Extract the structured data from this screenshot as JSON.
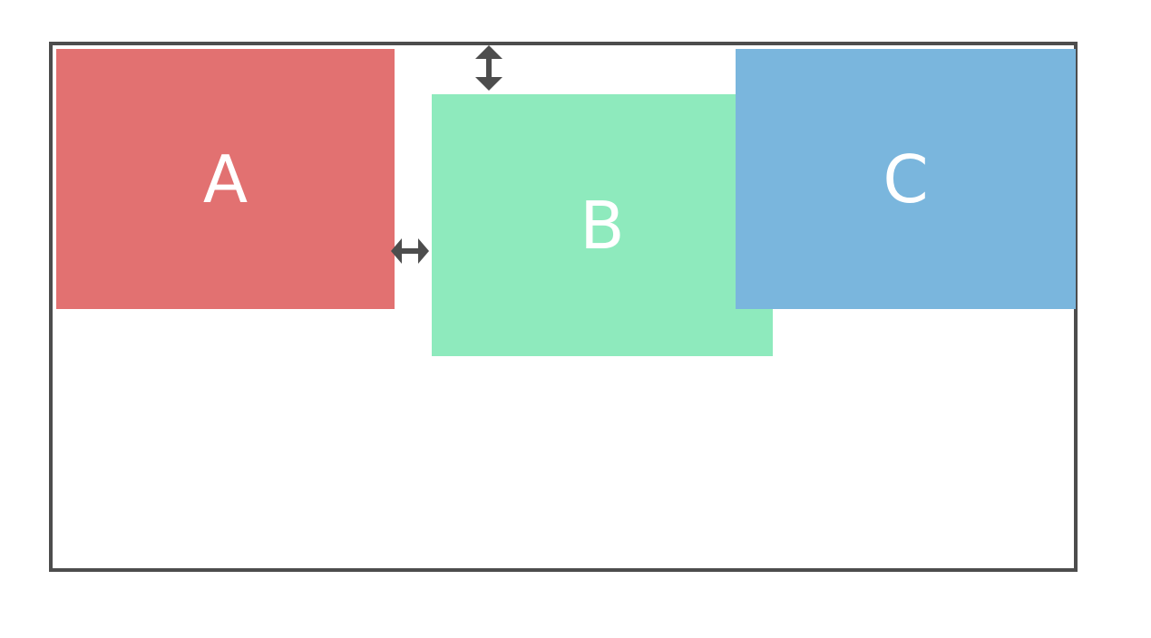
{
  "boxes": [
    {
      "id": "a",
      "label": "A",
      "color": "#e27171"
    },
    {
      "id": "b",
      "label": "B",
      "color": "#8eeabd"
    },
    {
      "id": "c",
      "label": "C",
      "color": "#7ab6dd"
    }
  ],
  "colors": {
    "border": "#4d4d4d",
    "arrows": "#4d4d4d",
    "background": "#ffffff",
    "label": "#ffffff"
  },
  "icons": {
    "vertical_arrow": "double-arrow-vertical-icon",
    "horizontal_arrow": "double-arrow-horizontal-icon"
  }
}
